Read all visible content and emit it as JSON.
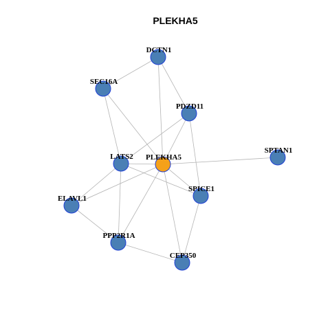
{
  "title": "PLEKHA5",
  "colors": {
    "node_fill": "#4a7fb5",
    "center_fill": "#f5a11a",
    "node_stroke": "#1f3fd6",
    "edge": "#b4b4b4"
  },
  "nodes": [
    {
      "id": "PLEKHA5",
      "label": "PLEKHA5",
      "center": true
    },
    {
      "id": "DCTN1",
      "label": "DCTN1"
    },
    {
      "id": "SEC16A",
      "label": "SEC16A"
    },
    {
      "id": "PDZD11",
      "label": "PDZD11"
    },
    {
      "id": "SPTAN1",
      "label": "SPTAN1"
    },
    {
      "id": "LATS2",
      "label": "LATS2"
    },
    {
      "id": "SPICE1",
      "label": "SPICE1"
    },
    {
      "id": "ELAVL1",
      "label": "ELAVL1"
    },
    {
      "id": "PPP2R1A",
      "label": "PPP2R1A"
    },
    {
      "id": "CEP350",
      "label": "CEP350"
    }
  ],
  "edges": [
    [
      "DCTN1",
      "SEC16A"
    ],
    [
      "DCTN1",
      "PDZD11"
    ],
    [
      "DCTN1",
      "PLEKHA5"
    ],
    [
      "SEC16A",
      "LATS2"
    ],
    [
      "SEC16A",
      "PLEKHA5"
    ],
    [
      "PDZD11",
      "LATS2"
    ],
    [
      "PDZD11",
      "PLEKHA5"
    ],
    [
      "PDZD11",
      "SPICE1"
    ],
    [
      "PLEKHA5",
      "SPTAN1"
    ],
    [
      "PLEKHA5",
      "LATS2"
    ],
    [
      "PLEKHA5",
      "SPICE1"
    ],
    [
      "PLEKHA5",
      "ELAVL1"
    ],
    [
      "PLEKHA5",
      "PPP2R1A"
    ],
    [
      "PLEKHA5",
      "CEP350"
    ],
    [
      "LATS2",
      "SPICE1"
    ],
    [
      "LATS2",
      "ELAVL1"
    ],
    [
      "LATS2",
      "PPP2R1A"
    ],
    [
      "SPICE1",
      "CEP350"
    ],
    [
      "ELAVL1",
      "PPP2R1A"
    ],
    [
      "PPP2R1A",
      "CEP350"
    ]
  ]
}
